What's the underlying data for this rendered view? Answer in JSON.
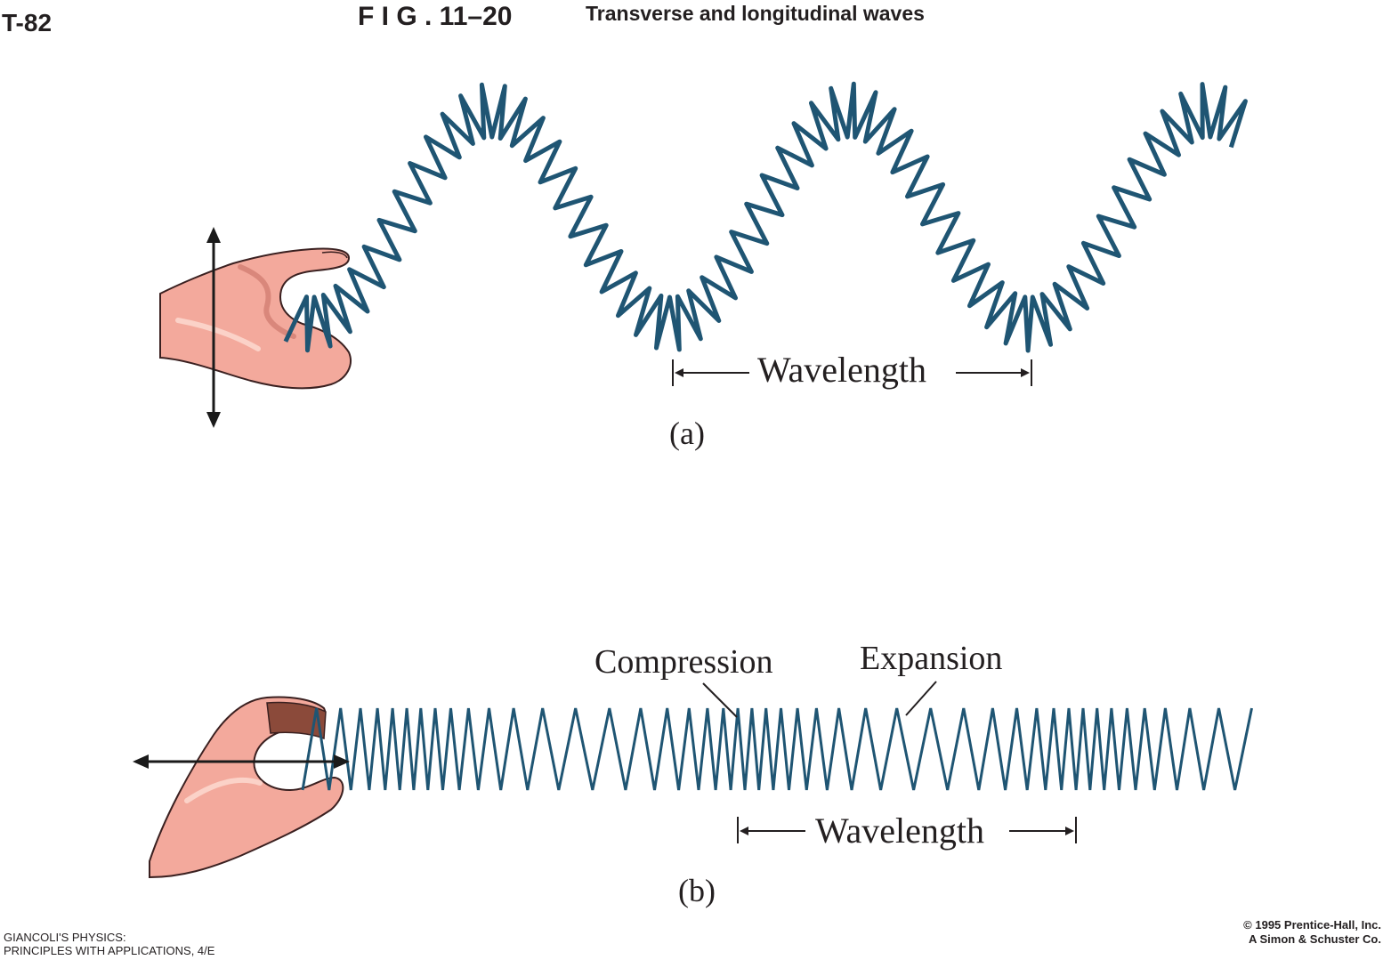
{
  "header": {
    "sheet_id": "T-82",
    "figure_number": "F I G . 11–20",
    "figure_title": "Transverse and longitudinal waves"
  },
  "panel_a": {
    "wavelength_label": "Wavelength",
    "caption": "(a)"
  },
  "panel_b": {
    "compression_label": "Compression",
    "expansion_label": "Expansion",
    "wavelength_label": "Wavelength",
    "caption": "(b)"
  },
  "footer": {
    "book_line1": "GIANCOLI'S PHYSICS:",
    "book_line2": "PRINCIPLES WITH APPLICATIONS, 4/E",
    "copyright_line1": "© 1995 Prentice-Hall, Inc.",
    "copyright_line2": "A Simon & Schuster Co."
  },
  "colors": {
    "spring": "#1f5573",
    "spring_dark": "#143b52",
    "skin": "#f3a99c",
    "skin_shadow": "#d9877b",
    "text": "#231f20"
  }
}
